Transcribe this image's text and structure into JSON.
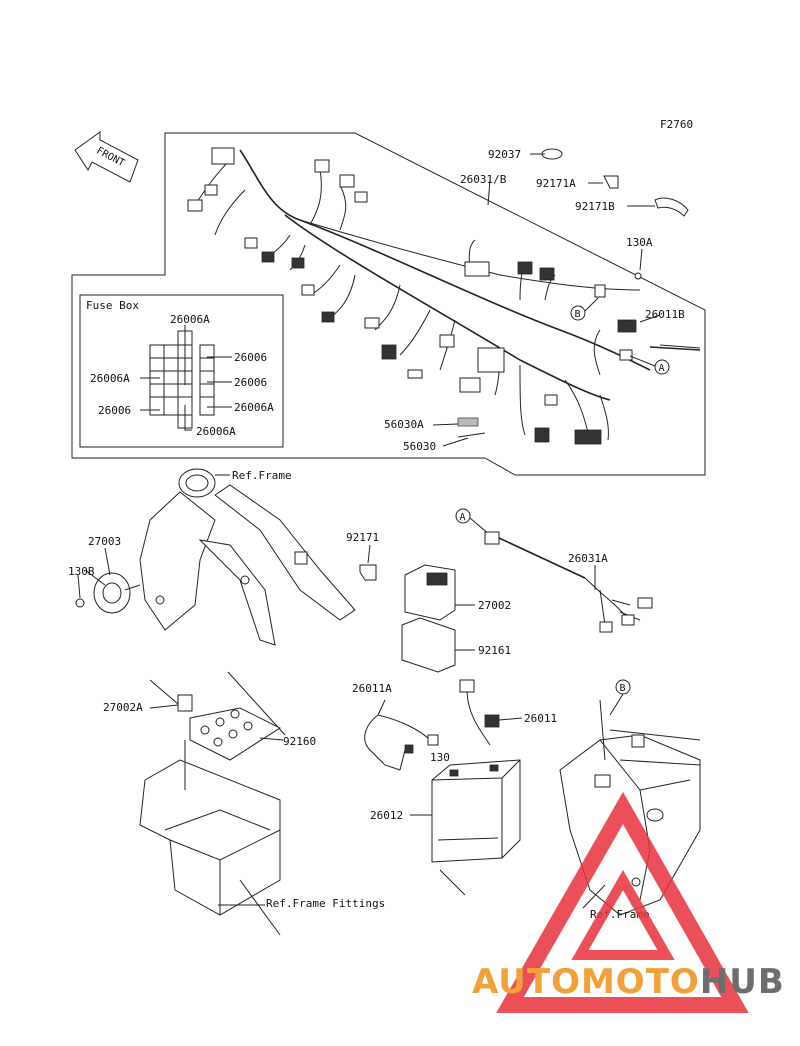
{
  "figure_code": "F2760",
  "front_arrow": "FRONT",
  "fuse_box_title": "Fuse Box",
  "labels": {
    "p92037": "92037",
    "p26031B": "26031/B",
    "p92171A": "92171A",
    "p92171B": "92171B",
    "p130A": "130A",
    "p26011B": "26011B",
    "p56030A": "56030A",
    "p56030": "56030",
    "fb26006A_top": "26006A",
    "fb26006_r1": "26006",
    "fb26006A_l": "26006A",
    "fb26006_r2": "26006",
    "fb26006_l": "26006",
    "fb26006A_r": "26006A",
    "fb26006A_bot": "26006A",
    "callout_B": "B",
    "callout_A": "A",
    "ref_frame_1": "Ref.Frame",
    "p27003": "27003",
    "p130B": "130B",
    "p92171": "92171",
    "callout_A2": "A",
    "p26031A": "26031A",
    "p27002": "27002",
    "p92161": "92161",
    "p27002A": "27002A",
    "p92160": "92160",
    "p26011A": "26011A",
    "p26011": "26011",
    "p130": "130",
    "p26012": "26012",
    "callout_B2": "B",
    "ref_frame_fittings": "Ref.Frame Fittings",
    "ref_frame_2": "Ref.Frame"
  },
  "watermark": {
    "part1": "AUTOMOTO",
    "part2": "HUB",
    "color1": "#f2a03a",
    "color2": "#6d6d6d",
    "logo_color": "#e8323c"
  }
}
